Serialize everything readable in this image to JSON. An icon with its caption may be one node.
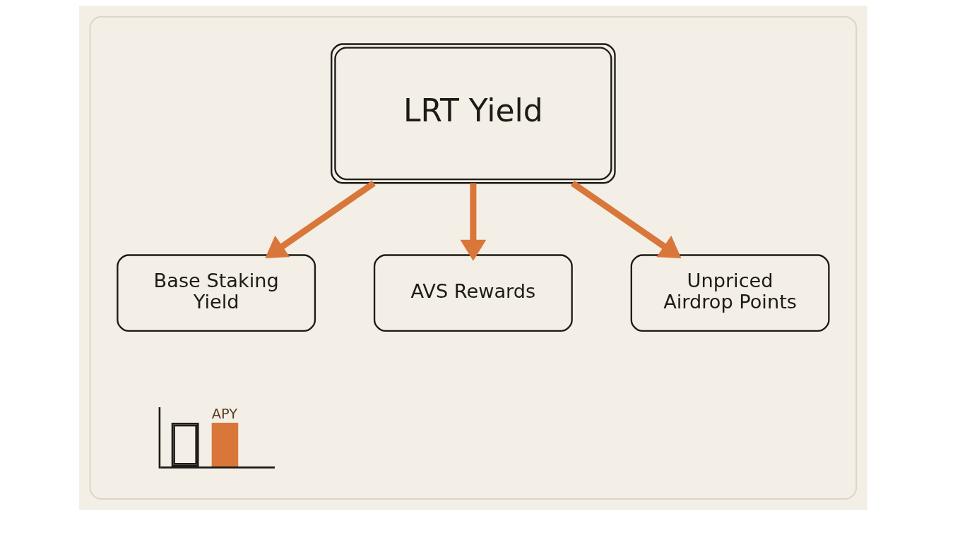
{
  "diagram": {
    "nodes": [
      {
        "text": [],
        "shape": "box"
      },
      {
        "text": [
          "LRT Yield"
        ],
        "in": 0
      },
      {
        "text": [
          "Base Staking Yield"
        ],
        "in": 0
      },
      {
        "text": [
          "AVS Rewards"
        ],
        "in": 0
      },
      {
        "text": [
          "Unpriced Airdrop Points"
        ],
        "in": 0
      }
    ],
    "edges": [
      {
        "from": 1,
        "to": 2,
        "arrow": "to"
      },
      {
        "from": 1,
        "to": 3,
        "arrow": "to"
      },
      {
        "from": 1,
        "to": 4,
        "arrow": "to"
      }
    ],
    "labels": [
      "APY"
    ]
  }
}
